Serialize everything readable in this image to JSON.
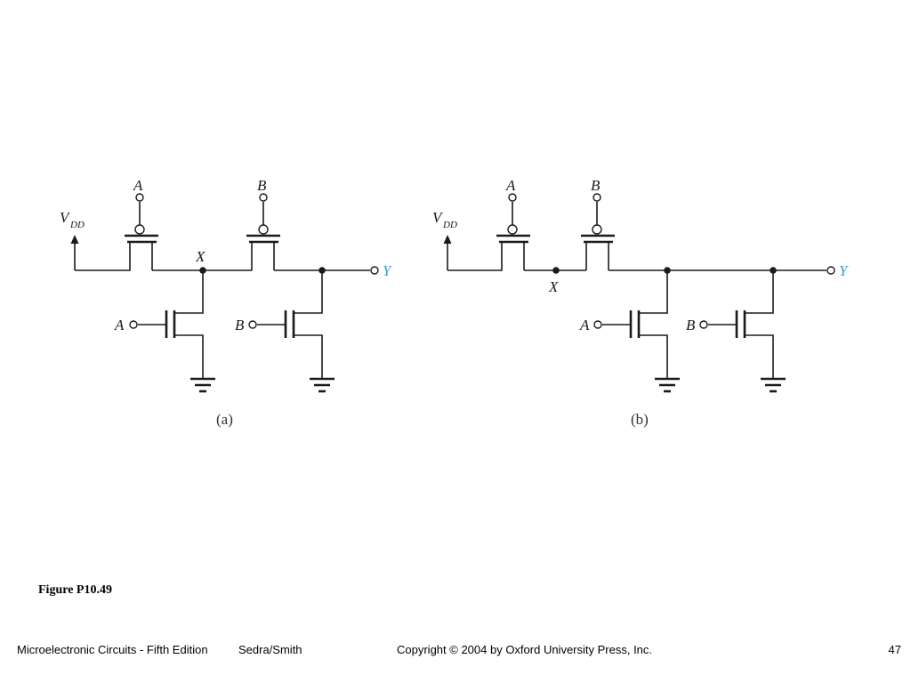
{
  "diagram": {
    "a": {
      "input_a_top": "A",
      "input_b_top": "B",
      "vdd": "V",
      "vdd_sub": "DD",
      "node_x": "X",
      "output": "Y",
      "input_a_bottom": "A",
      "input_b_bottom": "B",
      "caption": "(a)"
    },
    "b": {
      "input_a_top": "A",
      "input_b_top": "B",
      "vdd": "V",
      "vdd_sub": "DD",
      "node_x": "X",
      "output": "Y",
      "input_a_bottom": "A",
      "input_b_bottom": "B",
      "caption": "(b)"
    },
    "colors": {
      "output_label": "#2aa0d8",
      "line": "#1a1a1a"
    }
  },
  "figure_title": "Figure P10.49",
  "footer": {
    "book": "Microelectronic Circuits - Fifth Edition",
    "authors": "Sedra/Smith",
    "copyright": "Copyright © 2004 by Oxford University Press, Inc.",
    "page": "47"
  }
}
